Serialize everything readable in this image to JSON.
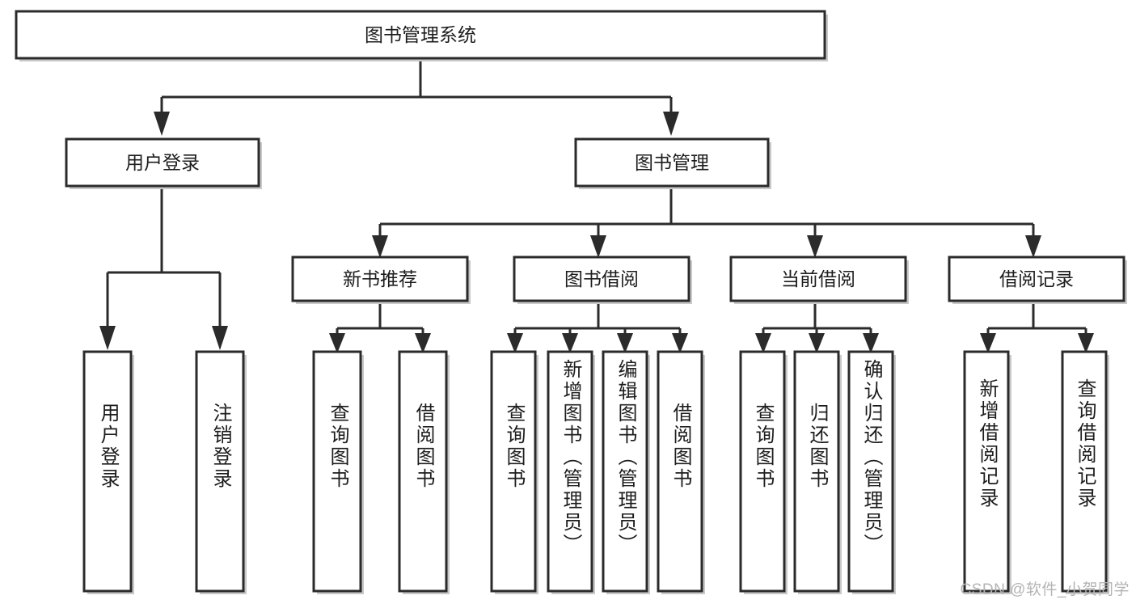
{
  "diagram": {
    "title": "图书管理系统",
    "type": "tree-hierarchy-diagram",
    "watermark": "CSDN @软件_小贺同学",
    "colors": {
      "box_stroke": "#2b2b2b",
      "box_fill": "#ffffff",
      "text": "#1d1d1d",
      "background": "#ffffff",
      "watermark": "#b4b4b4"
    },
    "root": {
      "label": "图书管理系统"
    },
    "level2": [
      {
        "label": "用户登录"
      },
      {
        "label": "图书管理"
      }
    ],
    "level3": [
      {
        "label": "新书推荐"
      },
      {
        "label": "图书借阅"
      },
      {
        "label": "当前借阅"
      },
      {
        "label": "借阅记录"
      }
    ],
    "leaves": {
      "user_login": [
        {
          "label": "用户登录"
        },
        {
          "label": "注销登录"
        }
      ],
      "new_book_recommend": [
        {
          "label": "查询图书"
        },
        {
          "label": "借阅图书"
        }
      ],
      "book_borrow": [
        {
          "label": "查询图书"
        },
        {
          "label": "新增图书（管理员）"
        },
        {
          "label": "编辑图书（管理员）"
        },
        {
          "label": "借阅图书"
        }
      ],
      "current_borrow": [
        {
          "label": "查询图书"
        },
        {
          "label": "归还图书"
        },
        {
          "label": "确认归还（管理员）"
        }
      ],
      "borrow_record": [
        {
          "label": "新增借阅记录"
        },
        {
          "label": "查询借阅记录"
        }
      ]
    }
  }
}
